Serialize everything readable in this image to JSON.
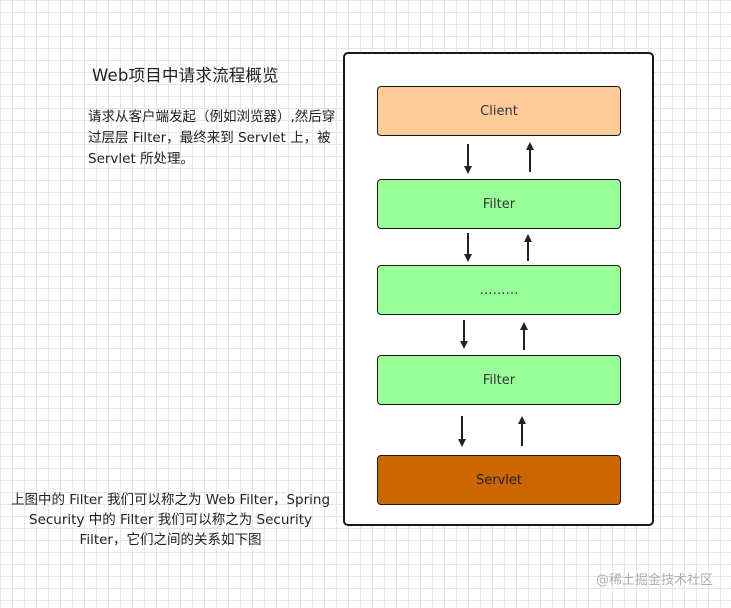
{
  "title": "Web项目中请求流程概览",
  "description": "请求从客户端发起（例如浏览器）,然后穿过层层 Filter，最终来到 Servlet 上，被 Servlet 所处理。",
  "note": "上图中的 Filter 我们可以称之为 Web Filter，Spring Security 中的 Filter 我们可以称之为 Security Filter，它们之间的关系如下图",
  "boxes": {
    "client": "Client",
    "filter_top": "Filter",
    "ellipsis": "………",
    "filter_bottom": "Filter",
    "servlet": "Servlet"
  },
  "watermark": "@稀土掘金技术社区",
  "colors": {
    "client": "#ffcc99",
    "filter": "#99ff99",
    "servlet": "#cc6600"
  }
}
